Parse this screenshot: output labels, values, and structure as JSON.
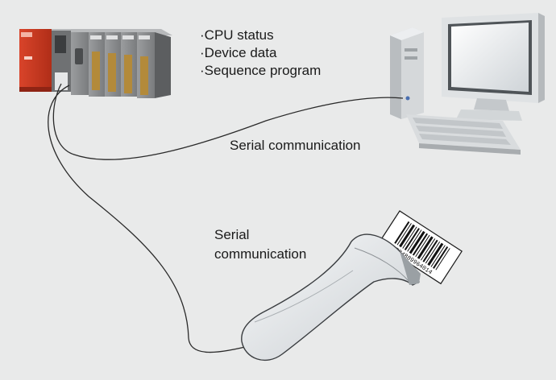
{
  "data_items": [
    "·CPU status",
    "·Device data",
    "·Sequence program"
  ],
  "serial_label_top": "Serial communication",
  "serial_label_bottom": [
    "Serial",
    "communication"
  ],
  "barcode_digits": "9784889964014",
  "colors": {
    "background": "#e9eaea",
    "plc_red": "#c8391f",
    "module_gray": "#8c8e90",
    "cable": "#2a2a2a",
    "device_light": "#eef0f1"
  },
  "icons": [
    "plc-unit",
    "desktop-computer",
    "barcode-reader",
    "barcode-label"
  ]
}
